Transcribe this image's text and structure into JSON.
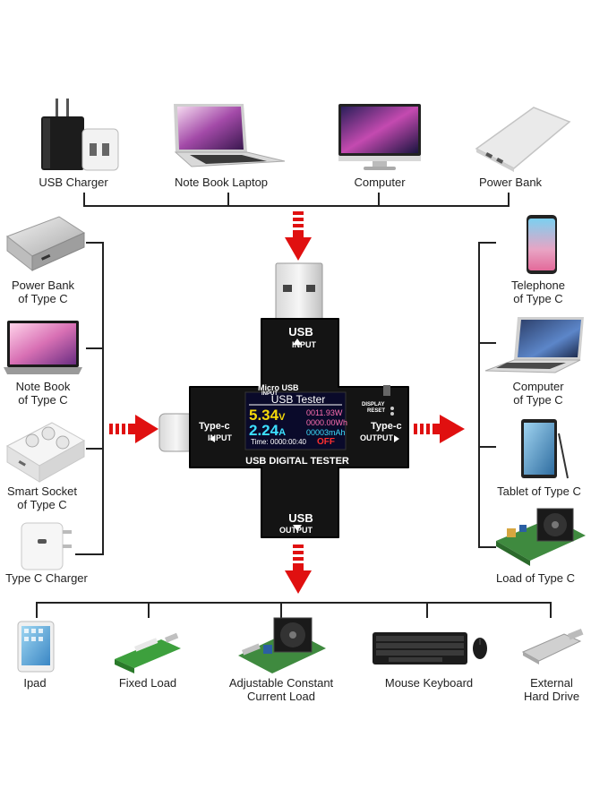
{
  "top_sources": [
    {
      "label": "USB Charger",
      "icon": "usb-charger-icon"
    },
    {
      "label": "Note Book Laptop",
      "icon": "laptop-icon"
    },
    {
      "label": "Computer",
      "icon": "monitor-icon"
    },
    {
      "label": "Power Bank",
      "icon": "power-bank-icon"
    }
  ],
  "left_sources": [
    {
      "line1": "Power Bank",
      "line2": "of Type C"
    },
    {
      "line1": "Note Book",
      "line2": "of Type C"
    },
    {
      "line1": "Smart Socket",
      "line2": "of Type C"
    },
    {
      "line1": "Type C Charger",
      "line2": ""
    }
  ],
  "right_loads": [
    {
      "line1": "Telephone",
      "line2": "of Type C"
    },
    {
      "line1": "Computer",
      "line2": "of Type C"
    },
    {
      "line1": "Tablet of Type C",
      "line2": ""
    },
    {
      "line1": "Load of Type C",
      "line2": ""
    }
  ],
  "bottom_loads": [
    {
      "line1": "Ipad",
      "line2": ""
    },
    {
      "line1": "Fixed Load",
      "line2": ""
    },
    {
      "line1": "Adjustable Constant",
      "line2": "Current Load"
    },
    {
      "line1": "Mouse Keyboard",
      "line2": ""
    },
    {
      "line1": "External",
      "line2": "Hard Drive"
    }
  ],
  "device": {
    "usb_top_label": "USB",
    "input_top": "INPUT",
    "micro_usb": "Micro USB",
    "micro_input": "INPUT",
    "screen_title": "USB Tester",
    "voltage": "5.34",
    "voltage_unit": "V",
    "current": "2.24",
    "current_unit": "A",
    "power": "0011.93",
    "power_unit": "W",
    "energy": "0000.00",
    "energy_unit": "Wh",
    "capacity": "00003",
    "capacity_unit": "mAh",
    "time": "Time: 0000:00:40",
    "state": "OFF",
    "typec_left": "Type-c",
    "typec_left_sub": "INPUT",
    "display_label": "DISPLAY",
    "reset_label": "RESET",
    "typec_right": "Type-c",
    "typec_right_sub": "OUTPUT",
    "brand_label": "USB DIGITAL TESTER",
    "usb_bottom_label": "USB",
    "output_bottom": "OUTPUT"
  },
  "colors": {
    "arrow": "#e01010",
    "device_body": "#141414",
    "screen_bg": "#0a0a2a",
    "voltage_color": "#f5d90a",
    "current_color": "#3de0ff",
    "power_color": "#ff6fb0",
    "state_color": "#ff3030"
  }
}
